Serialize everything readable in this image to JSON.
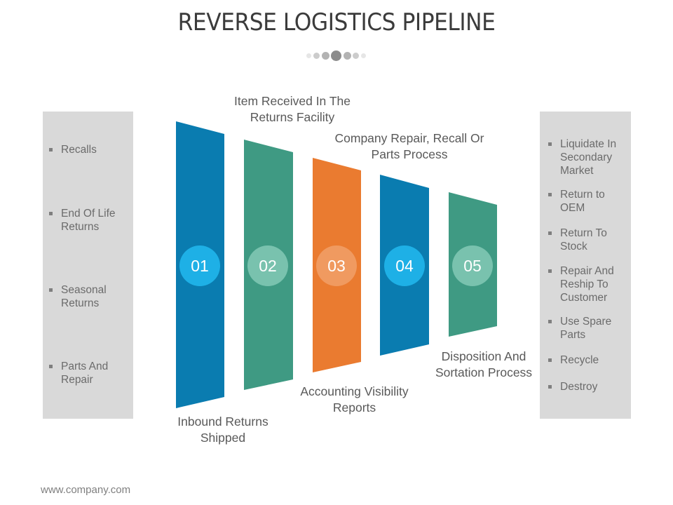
{
  "title": "REVERSE LOGISTICS PIPELINE",
  "colors": {
    "blue": "#0a7cb0",
    "green": "#3f9a83",
    "orange": "#ea7b30",
    "circle_blue": "#1eb0e6",
    "circle_green": "#79c2ae",
    "circle_orange": "#f09a60",
    "side_panel": "#d9d9d9"
  },
  "left_panel": {
    "items": [
      "Recalls",
      "End Of Life Returns",
      "Seasonal Returns",
      "Parts And Repair"
    ]
  },
  "right_panel": {
    "items": [
      "Liquidate In Secondary Market",
      "Return to OEM",
      "Return To Stock",
      "Repair And Reship To Customer",
      "Use Spare Parts",
      "Recycle",
      "Destroy"
    ]
  },
  "stages": [
    {
      "number": "01",
      "label": "Inbound Returns Shipped"
    },
    {
      "number": "02",
      "label": "Item Received In The Returns Facility"
    },
    {
      "number": "03",
      "label": "Accounting Visibility Reports"
    },
    {
      "number": "04",
      "label": "Company Repair, Recall Or Parts Process"
    },
    {
      "number": "05",
      "label": "Disposition And Sortation Process"
    }
  ],
  "footer": "www.company.com"
}
